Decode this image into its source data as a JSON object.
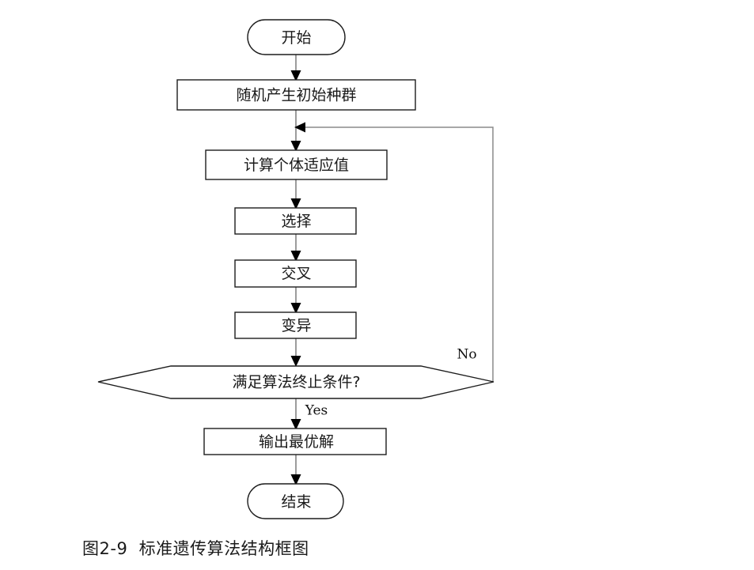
{
  "figure": {
    "caption": "图2-9  标准遗传算法结构框图",
    "background_color": "#ffffff",
    "line_color": "#8a8a8a",
    "border_color": "#1c1c1c",
    "text_color": "#1a1a1a"
  },
  "nodes": {
    "start": {
      "label": "开始",
      "shape": "terminator"
    },
    "init_population": {
      "label": "随机产生初始种群",
      "shape": "process"
    },
    "fitness": {
      "label": "计算个体适应值",
      "shape": "process"
    },
    "selection": {
      "label": "选择",
      "shape": "process"
    },
    "crossover": {
      "label": "交叉",
      "shape": "process"
    },
    "mutation": {
      "label": "变异",
      "shape": "process"
    },
    "decision": {
      "label": "满足算法终止条件?",
      "shape": "decision"
    },
    "output": {
      "label": "输出最优解",
      "shape": "process"
    },
    "end": {
      "label": "结束",
      "shape": "terminator"
    }
  },
  "edges": {
    "no_label": "No",
    "yes_label": "Yes"
  },
  "chart_data": {
    "type": "table",
    "title": "标准遗传算法结构框图",
    "nodes": [
      {
        "id": "start",
        "label": "开始",
        "shape": "terminator"
      },
      {
        "id": "init_population",
        "label": "随机产生初始种群",
        "shape": "process"
      },
      {
        "id": "fitness",
        "label": "计算个体适应值",
        "shape": "process"
      },
      {
        "id": "selection",
        "label": "选择",
        "shape": "process"
      },
      {
        "id": "crossover",
        "label": "交叉",
        "shape": "process"
      },
      {
        "id": "mutation",
        "label": "变异",
        "shape": "process"
      },
      {
        "id": "decision",
        "label": "满足算法终止条件?",
        "shape": "decision"
      },
      {
        "id": "output",
        "label": "输出最优解",
        "shape": "process"
      },
      {
        "id": "end",
        "label": "结束",
        "shape": "terminator"
      }
    ],
    "edges": [
      {
        "from": "start",
        "to": "init_population",
        "label": ""
      },
      {
        "from": "init_population",
        "to": "fitness",
        "label": ""
      },
      {
        "from": "fitness",
        "to": "selection",
        "label": ""
      },
      {
        "from": "selection",
        "to": "crossover",
        "label": ""
      },
      {
        "from": "crossover",
        "to": "mutation",
        "label": ""
      },
      {
        "from": "mutation",
        "to": "decision",
        "label": ""
      },
      {
        "from": "decision",
        "to": "output",
        "label": "Yes"
      },
      {
        "from": "decision",
        "to": "fitness",
        "label": "No"
      },
      {
        "from": "output",
        "to": "end",
        "label": ""
      }
    ]
  }
}
